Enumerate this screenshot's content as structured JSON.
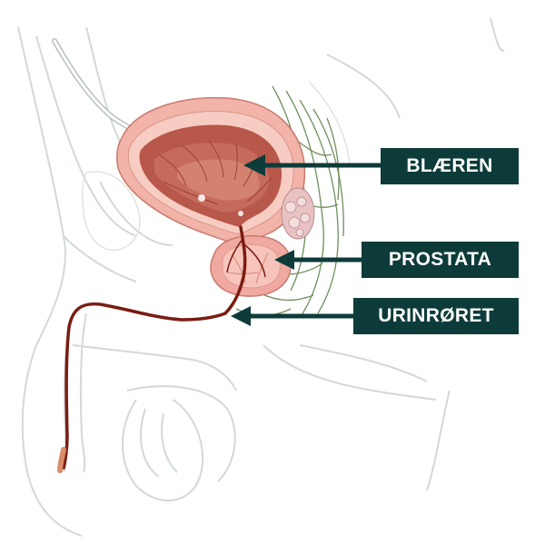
{
  "labels": {
    "bladder": "BLÆREN",
    "prostate": "PROSTATA",
    "urethra": "URINRØRET"
  },
  "colors": {
    "label_bg": "#0d3b3a",
    "label_fg": "#ffffff",
    "outline": "#d4d8d8",
    "bladder_wall": "#f2b3a8",
    "bladder_inner": "#b8584a",
    "urethra": "#7a1c12",
    "nerves": "#6f8f5c"
  }
}
